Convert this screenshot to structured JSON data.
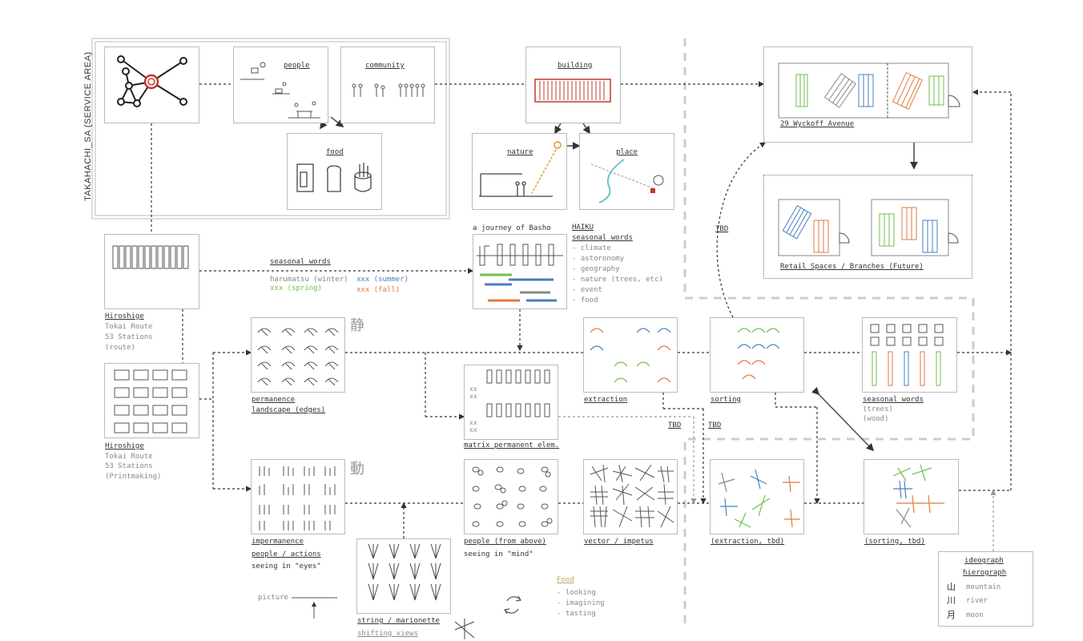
{
  "service_area_title": "TAKAHACHI_SA (SERVICE AREA)",
  "nodes": {
    "people": "people",
    "community": "community",
    "food_top": "food",
    "building": "building",
    "nature": "nature",
    "place": "place",
    "address": "29 Wyckoff Avenue",
    "retail": "Retail Spaces / Branches (Future)",
    "journey": "a journey of Basho",
    "haiku": "HAIKU",
    "haiku_seasonal": "seasonal words",
    "haiku_items": [
      "- climate",
      "- astoronomy",
      "- geography",
      "- nature (trees, etc)",
      "- event",
      "- food"
    ],
    "seasonal_words_link": "seasonal words",
    "harumatsu": "harumatsu (winter)",
    "summer": "xxx (summer)",
    "spring": "xxx (spring)",
    "fall": "xxx (fall)",
    "hiroshige1_title": "Hiroshige",
    "hiroshige1_lines": [
      "Tokai Route",
      "53 Stations",
      "(route)"
    ],
    "hiroshige2_title": "Hiroshige",
    "hiroshige2_lines": [
      "Tokai Route",
      "53 Stations",
      "(Printmaking)"
    ],
    "permanence": "permanence",
    "landscape": "landscape (edges)",
    "kanji_sei": "静",
    "kanji_do": "動",
    "matrix": "matrix permanent elem.",
    "extraction": "extraction",
    "sorting": "sorting",
    "seasonal_words_box": "seasonal words",
    "trees": "(trees)",
    "wood": "(wood)",
    "tbd": "TBD",
    "impermanence": "impermanence",
    "people_actions": "people / actions",
    "seeing_eyes": "seeing in \"eyes\"",
    "people_above": "people (from above)",
    "seeing_mind": "seeing in \"mind\"",
    "vector": "vector / impetus",
    "extraction_tbd": "(extraction, tbd)",
    "sorting_tbd": "(sorting, tbd)",
    "picture": "picture",
    "string": "string / marionette",
    "shifting": "shifting views",
    "food_title": "Food",
    "food_items": [
      "- looking",
      "- imagining",
      "- tasting"
    ],
    "ideograph": "ideograph",
    "hierograph": "hierograph",
    "glyphs": [
      {
        "kanji": "山",
        "word": "mountain"
      },
      {
        "kanji": "川",
        "word": "river"
      },
      {
        "kanji": "月",
        "word": "moon"
      }
    ],
    "xx": "xx"
  },
  "colors": {
    "blue": "#4a7fc1",
    "green": "#6fbf4a",
    "orange": "#e07a3c",
    "red": "#c0392b",
    "teal": "#6cc3c8",
    "grey": "#888888"
  }
}
